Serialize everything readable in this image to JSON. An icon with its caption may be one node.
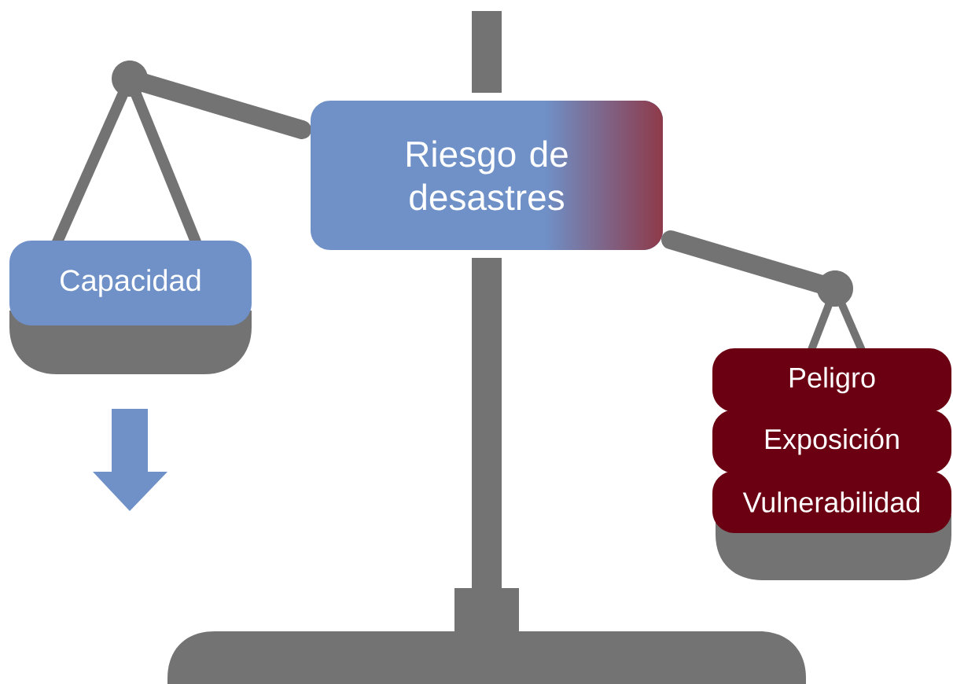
{
  "diagram": {
    "nodes": [
      {
        "text": [
          "Riesgo de desastres"
        ]
      },
      {
        "text": [
          "Capacidad"
        ]
      },
      {
        "text": [
          "Peligro"
        ]
      },
      {
        "text": [
          "Exposición"
        ]
      },
      {
        "text": [
          "Vulnerabilidad"
        ]
      }
    ]
  }
}
